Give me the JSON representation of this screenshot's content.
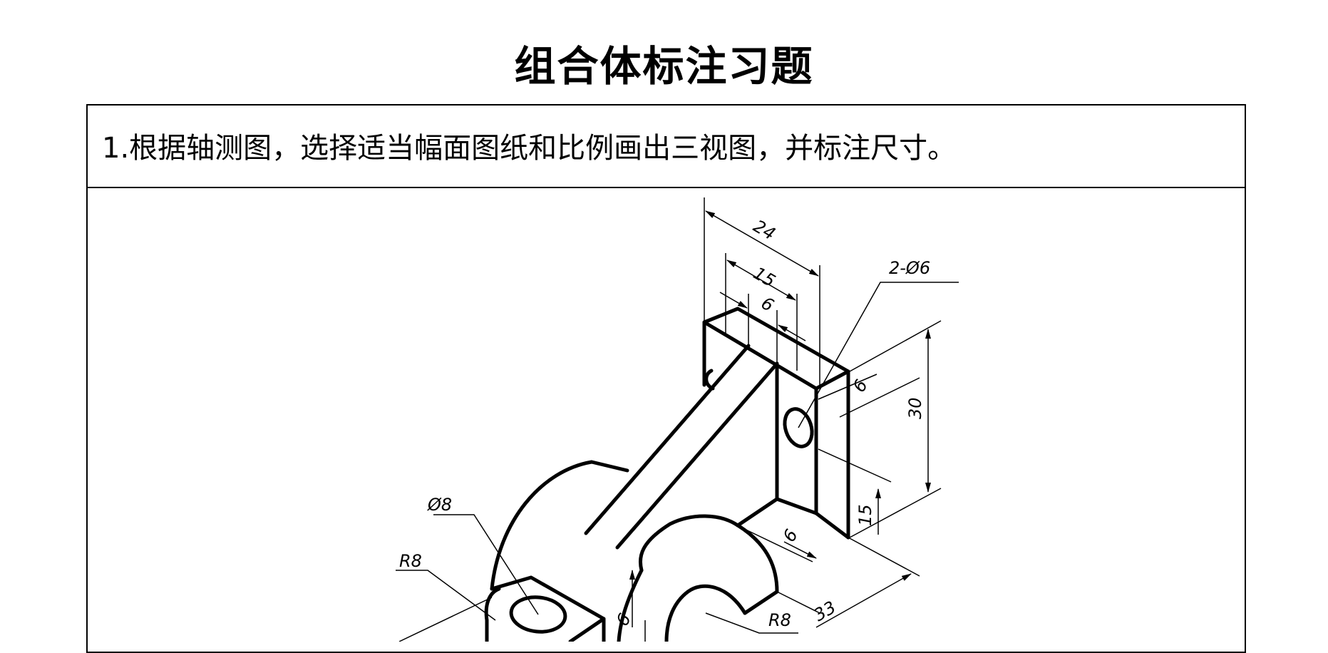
{
  "title": "组合体标注习题",
  "question": "1.根据轴测图，选择适当幅面图纸和比例画出三视图，并标注尺寸。",
  "dimensions": {
    "d24": "24",
    "d15_top": "15",
    "d6_top": "6",
    "holes": "2-Ø6",
    "d6_right": "6",
    "d30": "30",
    "d15_right": "15",
    "d6_base": "6",
    "d33": "33",
    "r8_right": "R8",
    "phi8": "Ø8",
    "r8_left": "R8",
    "d6_mid": "6"
  }
}
